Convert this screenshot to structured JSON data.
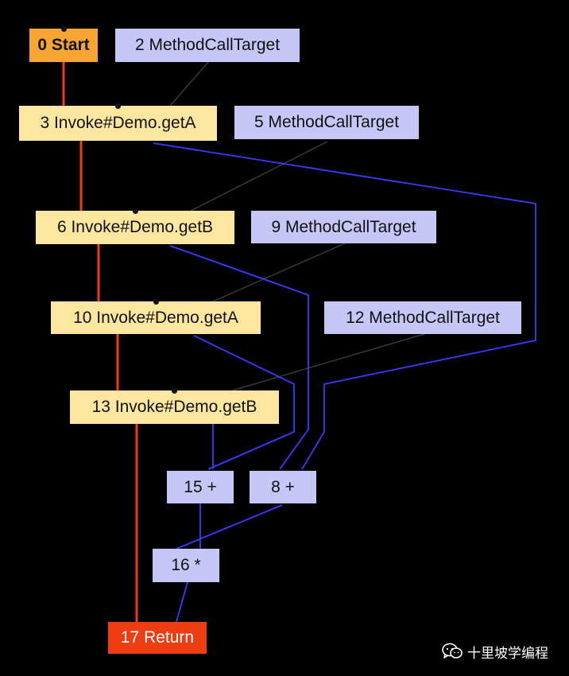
{
  "colors": {
    "control_edge": "#ef3d12",
    "data_edge": "#3b3bff",
    "receiver_edge": "#3a3a3a",
    "background": "#000000"
  },
  "nodes": {
    "n0": "0 Start",
    "n2": "2 MethodCallTarget",
    "n3": "3 Invoke#Demo.getA",
    "n5": "5 MethodCallTarget",
    "n6": "6 Invoke#Demo.getB",
    "n9": "9 MethodCallTarget",
    "n10": "10 Invoke#Demo.getA",
    "n12": "12 MethodCallTarget",
    "n13": "13 Invoke#Demo.getB",
    "n15": "15 +",
    "n8": "8 +",
    "n16": "16 *",
    "n17": "17 Return"
  },
  "watermark": {
    "icon": "wechat-icon",
    "text": "十里坡学编程"
  }
}
